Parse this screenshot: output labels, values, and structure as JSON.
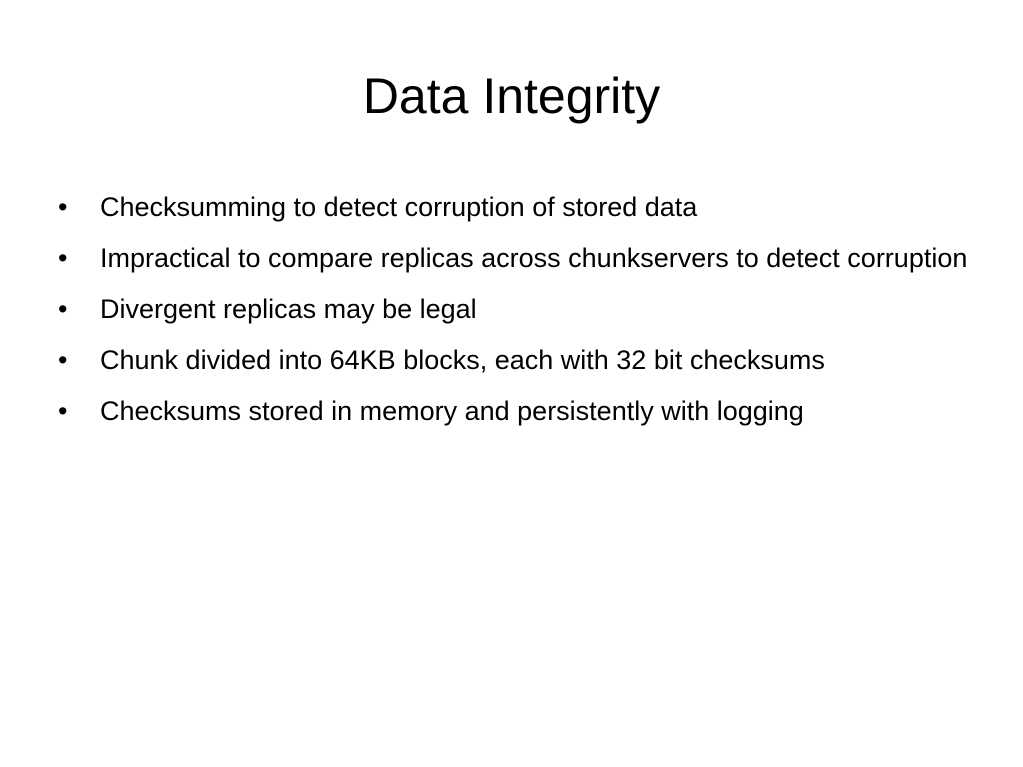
{
  "slide": {
    "title": "Data Integrity",
    "bullet_glyph": "•",
    "bullets": [
      {
        "text": "Checksumming to detect corruption of stored data"
      },
      {
        "text": "Impractical to compare replicas across chunkservers to detect corruption"
      },
      {
        "text": "Divergent replicas may be legal"
      },
      {
        "text": "Chunk divided into 64KB blocks, each with 32 bit checksums"
      },
      {
        "text": "Checksums stored in memory and persistently with logging"
      }
    ]
  }
}
